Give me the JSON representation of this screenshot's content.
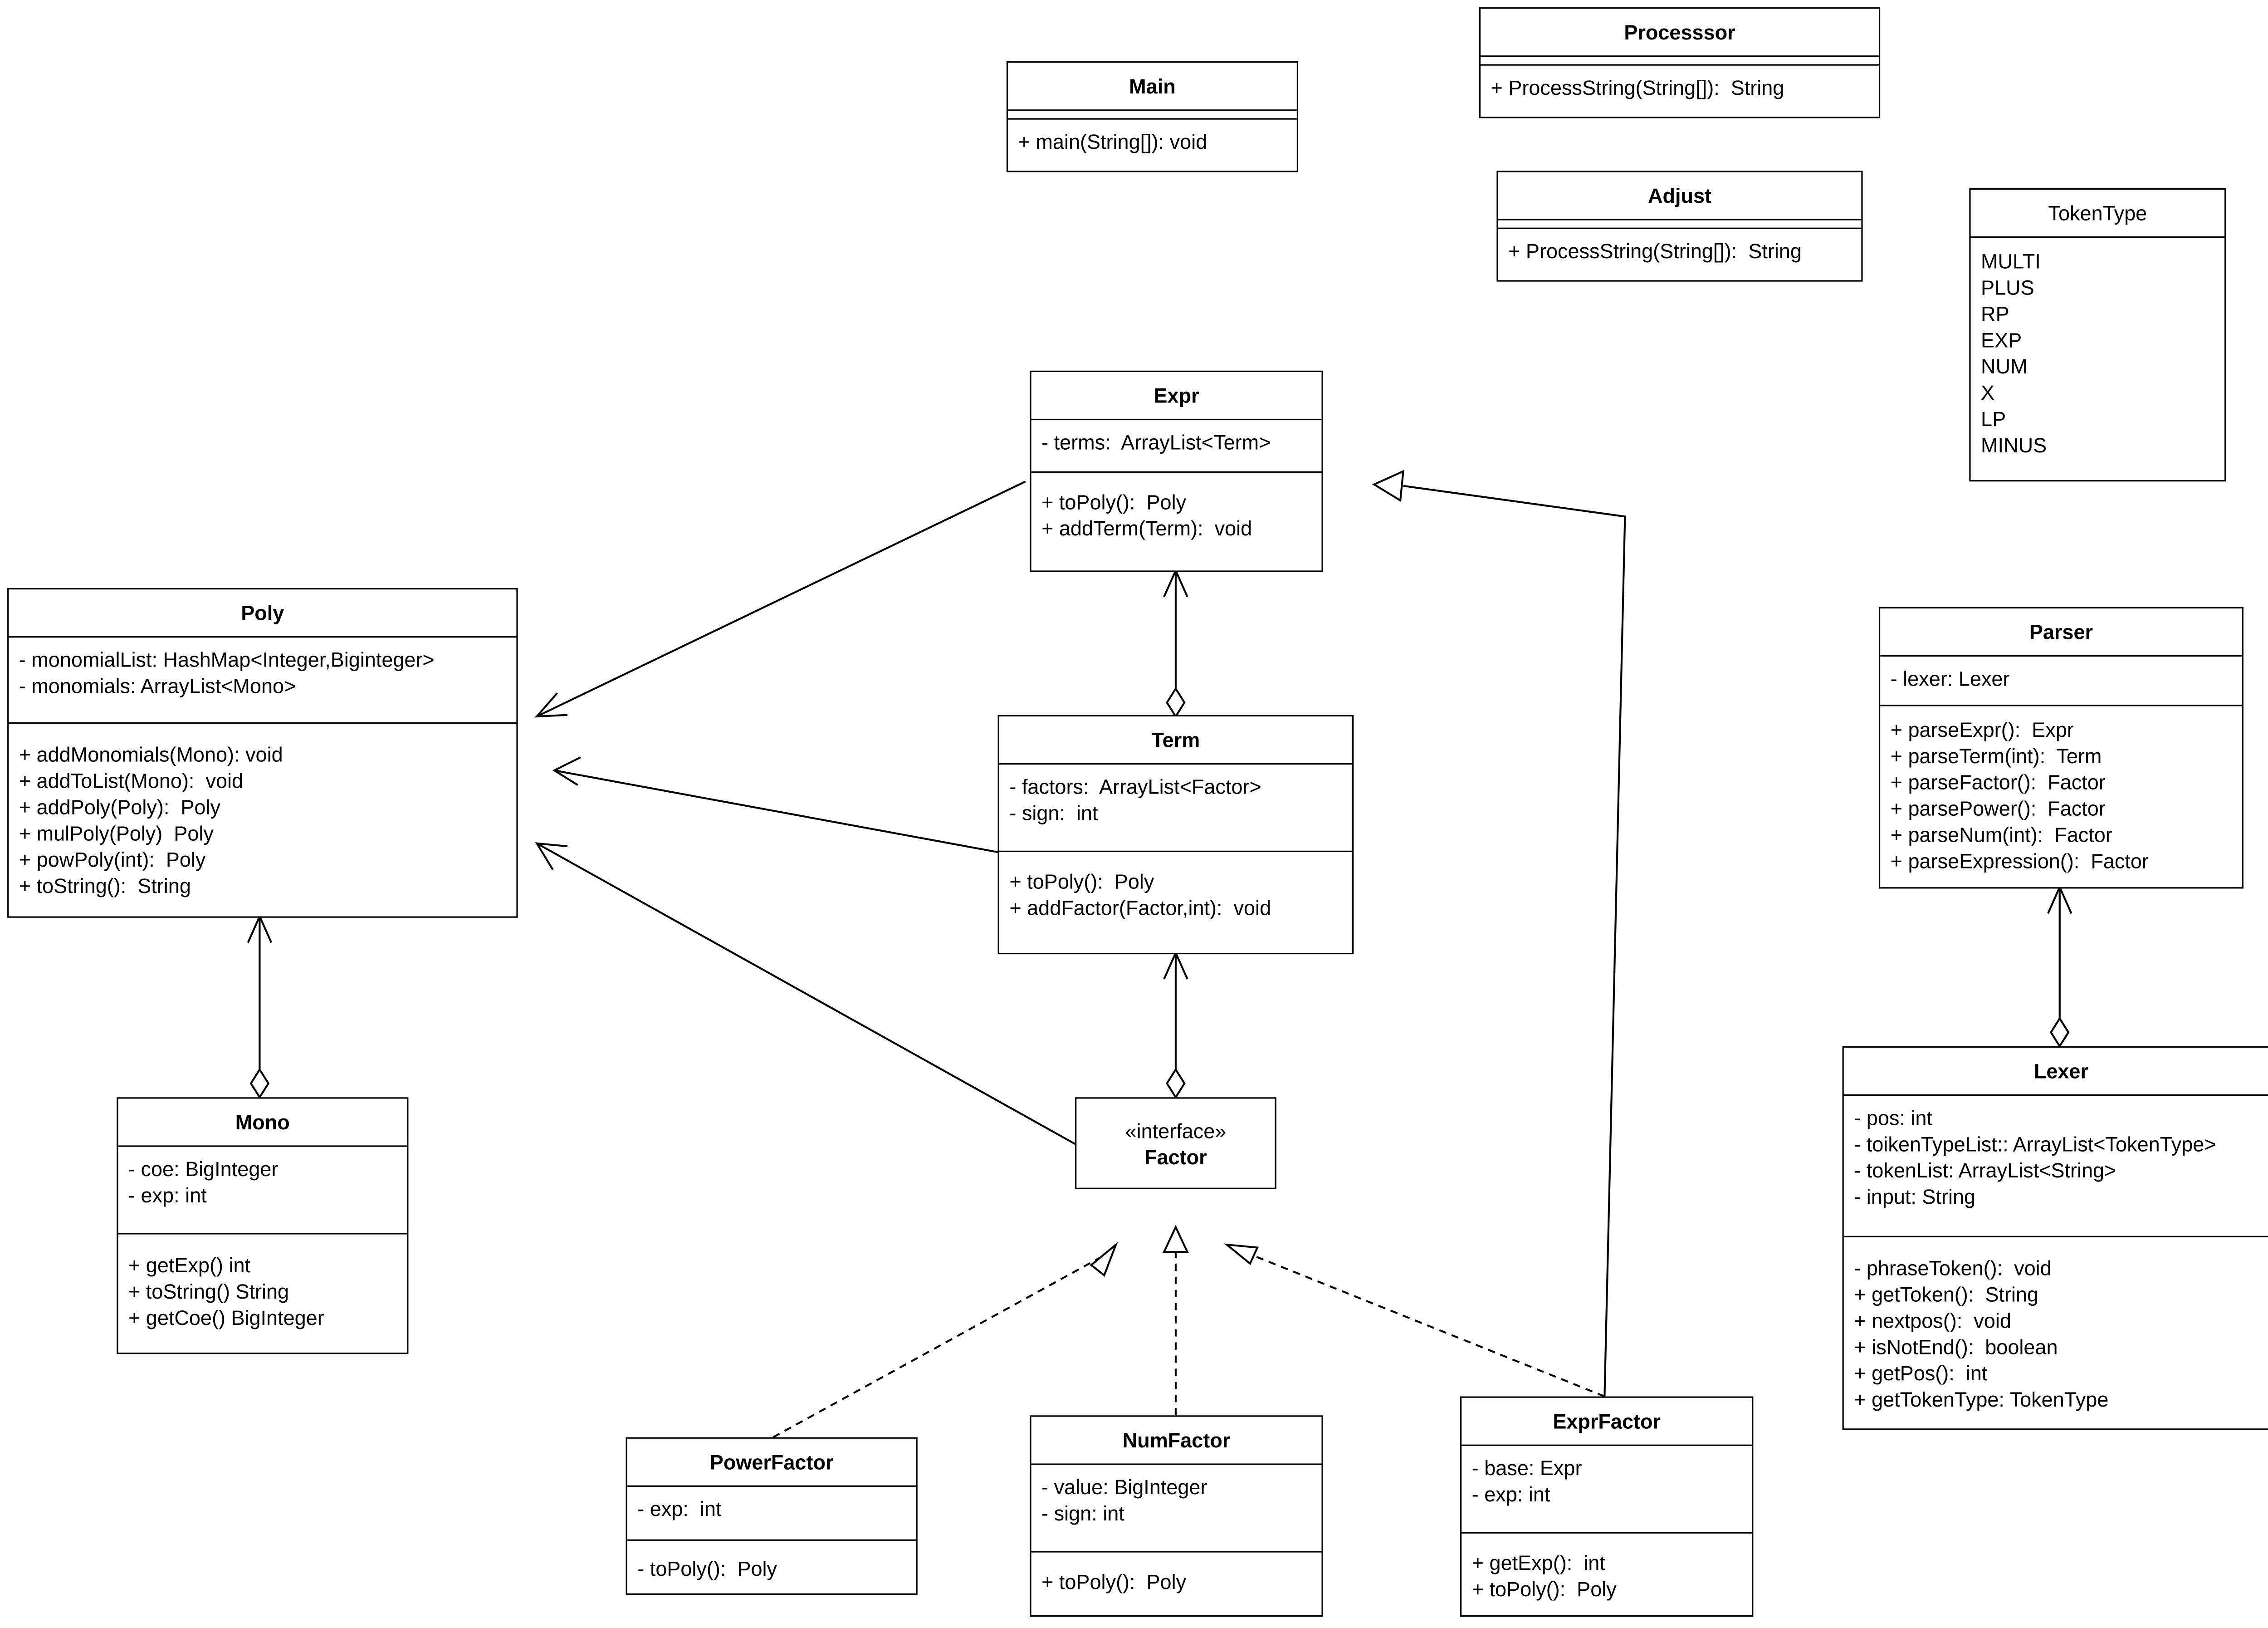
{
  "classes": {
    "main": {
      "name": "Main",
      "methods": [
        "+ main(String[]): void"
      ]
    },
    "processor": {
      "name": "Processsor",
      "methods": [
        "+ ProcessString(String[]):  String"
      ]
    },
    "adjust": {
      "name": "Adjust",
      "methods": [
        "+ ProcessString(String[]):  String"
      ]
    },
    "tokentype": {
      "name": "TokenType",
      "values": [
        "MULTI",
        "PLUS",
        "RP",
        "EXP",
        "NUM",
        "X",
        "LP",
        "MINUS"
      ]
    },
    "expr": {
      "name": "Expr",
      "fields": [
        "- terms:  ArrayList<Term>"
      ],
      "methods": [
        "+ toPoly():  Poly",
        "+ addTerm(Term):  void"
      ]
    },
    "poly": {
      "name": "Poly",
      "fields": [
        "- monomialList: HashMap<Integer,Biginteger>",
        "- monomials: ArrayList<Mono>"
      ],
      "methods": [
        "+ addMonomials(Mono): void",
        "+ addToList(Mono):  void",
        "+ addPoly(Poly):  Poly",
        "+ mulPoly(Poly)  Poly",
        "+ powPoly(int):  Poly",
        "+ toString():  String"
      ]
    },
    "term": {
      "name": "Term",
      "fields": [
        "- factors:  ArrayList<Factor>",
        "- sign:  int"
      ],
      "methods": [
        "+ toPoly():  Poly",
        "+ addFactor(Factor,int):  void"
      ]
    },
    "parser": {
      "name": "Parser",
      "fields": [
        "- lexer: Lexer"
      ],
      "methods": [
        "+ parseExpr():  Expr",
        "+ parseTerm(int):  Term",
        "+ parseFactor():  Factor",
        "+ parsePower():  Factor",
        "+ parseNum(int):  Factor",
        "+ parseExpression():  Factor"
      ]
    },
    "factor": {
      "stereotype": "«interface»",
      "name": "Factor"
    },
    "mono": {
      "name": "Mono",
      "fields": [
        "- coe: BigInteger",
        "- exp: int"
      ],
      "methods": [
        "+ getExp() int",
        "+ toString() String",
        "+ getCoe() BigInteger"
      ]
    },
    "lexer": {
      "name": "Lexer",
      "fields": [
        "- pos: int",
        "- toikenTypeList:: ArrayList<TokenType>",
        "- tokenList: ArrayList<String>",
        "- input: String"
      ],
      "methods": [
        "- phraseToken():  void",
        "+ getToken():  String",
        "+ nextpos():  void",
        "+ isNotEnd():  boolean",
        "+ getPos():  int",
        "+ getTokenType: TokenType"
      ]
    },
    "powerfactor": {
      "name": "PowerFactor",
      "fields": [
        "- exp:  int"
      ],
      "methods": [
        "- toPoly():  Poly"
      ]
    },
    "numfactor": {
      "name": "NumFactor",
      "fields": [
        "- value: BigInteger",
        "- sign: int"
      ],
      "methods": [
        "+ toPoly():  Poly"
      ]
    },
    "exprfactor": {
      "name": "ExprFactor",
      "fields": [
        "- base: Expr",
        "- exp: int"
      ],
      "methods": [
        "+ getExp():  int",
        "+ toPoly():  Poly"
      ]
    }
  },
  "relations": [
    {
      "from": "expr",
      "to": "poly",
      "kind": "dependency"
    },
    {
      "from": "term",
      "to": "poly",
      "kind": "dependency"
    },
    {
      "from": "factor",
      "to": "poly",
      "kind": "dependency"
    },
    {
      "from": "term",
      "to": "expr",
      "kind": "aggregation"
    },
    {
      "from": "factor",
      "to": "term",
      "kind": "aggregation"
    },
    {
      "from": "mono",
      "to": "poly",
      "kind": "aggregation"
    },
    {
      "from": "lexer",
      "to": "parser",
      "kind": "aggregation"
    },
    {
      "from": "exprfactor",
      "to": "expr",
      "kind": "generalization"
    },
    {
      "from": "powerfactor",
      "to": "factor",
      "kind": "realization"
    },
    {
      "from": "numfactor",
      "to": "factor",
      "kind": "realization"
    },
    {
      "from": "exprfactor",
      "to": "factor",
      "kind": "realization"
    }
  ]
}
